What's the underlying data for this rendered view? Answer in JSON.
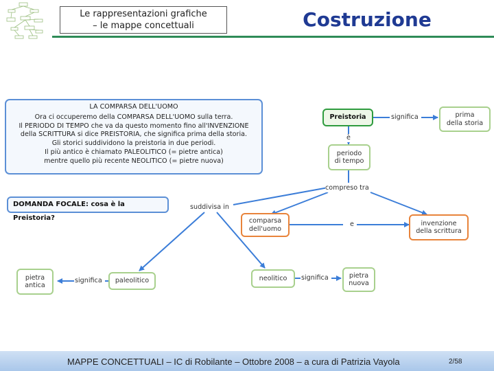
{
  "header": {
    "box_line1": "Le rappresentazioni grafiche",
    "box_line2": "– le mappe concettuali",
    "title": "Costruzione"
  },
  "textbox": {
    "heading": "LA COMPARSA DELL'UOMO",
    "lines": [
      "Ora ci occuperemo della COMPARSA DELL'UOMO sulla terra.",
      "Il PERIODO DI TEMPO che va da questo momento fino all'INVENZIONE",
      "della SCRITTURA si dice PREISTORIA, che significa prima della storia.",
      "Gli storici suddividono la preistoria in due periodi.",
      "Il più antico è chiamato PALEOLITICO (= pietre antica)",
      "mentre quello più recente NEOLITICO (= pietre nuova)"
    ]
  },
  "focal": {
    "label": "DOMANDA FOCALE:",
    "question": "cosa è la Preistoria?"
  },
  "map": {
    "nodes": {
      "preistoria": "Preistoria",
      "prima_storia_1": "prima",
      "prima_storia_2": "della storia",
      "periodo_1": "periodo",
      "periodo_2": "di tempo",
      "comparsa_1": "comparsa",
      "comparsa_2": "dell'uomo",
      "invenzione_1": "invenzione",
      "invenzione_2": "della scrittura",
      "paleolitico": "paleolitico",
      "neolitico": "neolitico",
      "pietra_antica_1": "pietra",
      "pietra_antica_2": "antica",
      "pietra_nuova_1": "pietra",
      "pietra_nuova_2": "nuova"
    },
    "links": {
      "significa_top": "significa",
      "e_vert": "è",
      "compreso_tra": "compreso tra",
      "suddivisa_in": "suddivisa in",
      "e_mid": "e",
      "significa_left": "significa",
      "significa_right": "significa"
    }
  },
  "footer": {
    "text": "MAPPE CONCETTUALI – IC di Robilante – Ottobre 2008 – a cura di Patrizia Vayola",
    "page": "2/58"
  },
  "colors": {
    "blue_border": "#5b8fd6",
    "orange_border": "#e8833a",
    "green_border": "#a8d08d",
    "arrow": "#3b7dd8",
    "title": "#1f3a93"
  }
}
